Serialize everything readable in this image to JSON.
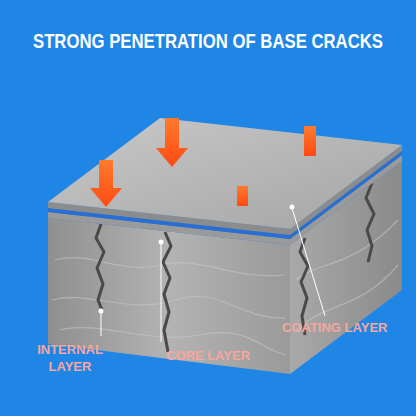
{
  "diagram": {
    "title": "STRONG PENETRATION OF BASE CRACKS",
    "labels": [
      "INTERNAL LAYER",
      "CORE LAYER",
      "COATING LAYER"
    ]
  }
}
